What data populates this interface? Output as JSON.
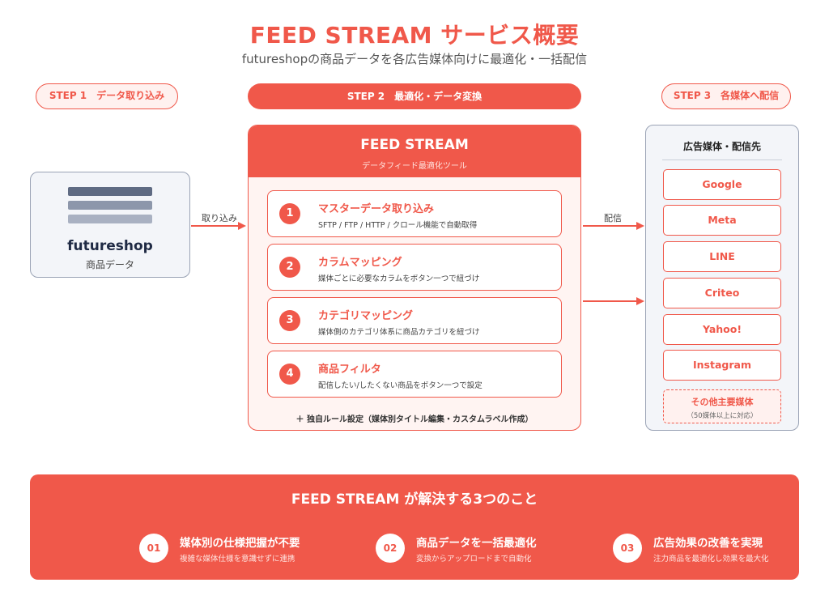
{
  "header": {
    "title": "FEED STREAM サービス概要",
    "subtitle": "futureshopの商品データを各広告媒体向けに最適化・一括配信"
  },
  "steps": {
    "step1": "STEP 1　データ取り込み",
    "step2": "STEP 2　最適化・データ変換",
    "step3": "STEP 3　各媒体へ配信"
  },
  "source": {
    "name": "futureshop",
    "sub": "商品データ",
    "icon": "database-list-icon"
  },
  "arrows": {
    "import_label": "取り込み",
    "deliver_label": "配信"
  },
  "feedstream": {
    "title": "FEED STREAM",
    "subtitle": "データフィード最適化ツール",
    "items": [
      {
        "num": "1",
        "title": "マスターデータ取り込み",
        "desc": "SFTP / FTP / HTTP / クロール機能で自動取得"
      },
      {
        "num": "2",
        "title": "カラムマッピング",
        "desc": "媒体ごとに必要なカラムをボタン一つで紐づけ"
      },
      {
        "num": "3",
        "title": "カテゴリマッピング",
        "desc": "媒体側のカテゴリ体系に商品カテゴリを紐づけ"
      },
      {
        "num": "4",
        "title": "商品フィルタ",
        "desc": "配信したい/したくない商品をボタン一つで設定"
      }
    ],
    "note": "＋ 独自ルール設定（媒体別タイトル編集・カスタムラベル作成）"
  },
  "media": {
    "heading": "広告媒体・配信先",
    "items": [
      "Google",
      "Meta",
      "LINE",
      "Criteo",
      "Yahoo!",
      "Instagram"
    ],
    "other_title": "その他主要媒体",
    "other_sub": "（50媒体以上に対応）"
  },
  "banner": {
    "title": "FEED STREAM が解決する3つのこと",
    "benefits": [
      {
        "num": "01",
        "title": "媒体別の仕様把握が不要",
        "desc": "複雑な媒体仕様を意識せずに連携"
      },
      {
        "num": "02",
        "title": "商品データを一括最適化",
        "desc": "変換からアップロードまで自動化"
      },
      {
        "num": "03",
        "title": "広告効果の改善を実現",
        "desc": "注力商品を最適化し効果を最大化"
      }
    ]
  },
  "colors": {
    "accent": "#f0584a",
    "slate": "#5f6b83",
    "panel_bg": "#f3f5f9"
  }
}
